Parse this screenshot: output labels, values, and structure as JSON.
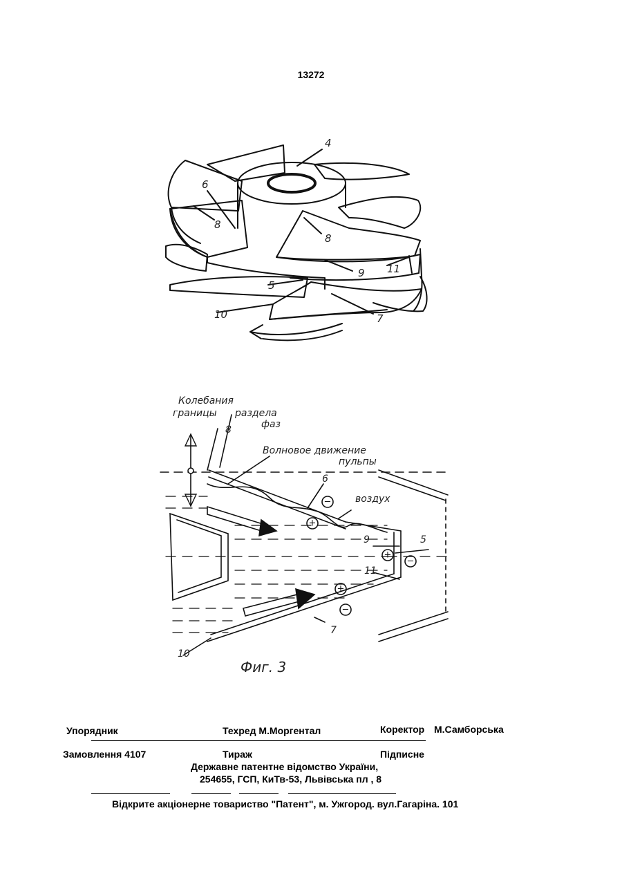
{
  "page_number": "13272",
  "figure1": {
    "labels": [
      "4",
      "6",
      "8",
      "8",
      "9",
      "11",
      "5",
      "10",
      "7"
    ]
  },
  "figure3": {
    "annotations": {
      "oscillation_line1": "Колебания",
      "oscillation_line2": "границы",
      "oscillation_line3": "раздела",
      "oscillation_line4": "фаз",
      "wave_line1": "Волновое движение",
      "wave_line2": "пульпы",
      "air": "воздух"
    },
    "numbers": [
      "8",
      "6",
      "9",
      "5",
      "11",
      "7",
      "10"
    ],
    "signs": [
      "−",
      "+",
      "+",
      "−",
      "+",
      "−"
    ],
    "caption": "Фиг. 3"
  },
  "footer": {
    "compiler_label": "Упорядник",
    "techred": "Техред М.Моргентал",
    "corrector_label": "Коректор",
    "corrector_name": "М.Самборська",
    "order": "Замовлення 4107",
    "circulation": "Тираж",
    "subscription": "Підписне",
    "office_line1": "Державне патентне відомство України,",
    "office_line2": "254655, ГСП, КиТв-53, Львівська пл , 8",
    "publisher": "Відкрите акціонерне товариство \"Патент\", м. Ужгород. вул.Гагаріна. 101"
  }
}
